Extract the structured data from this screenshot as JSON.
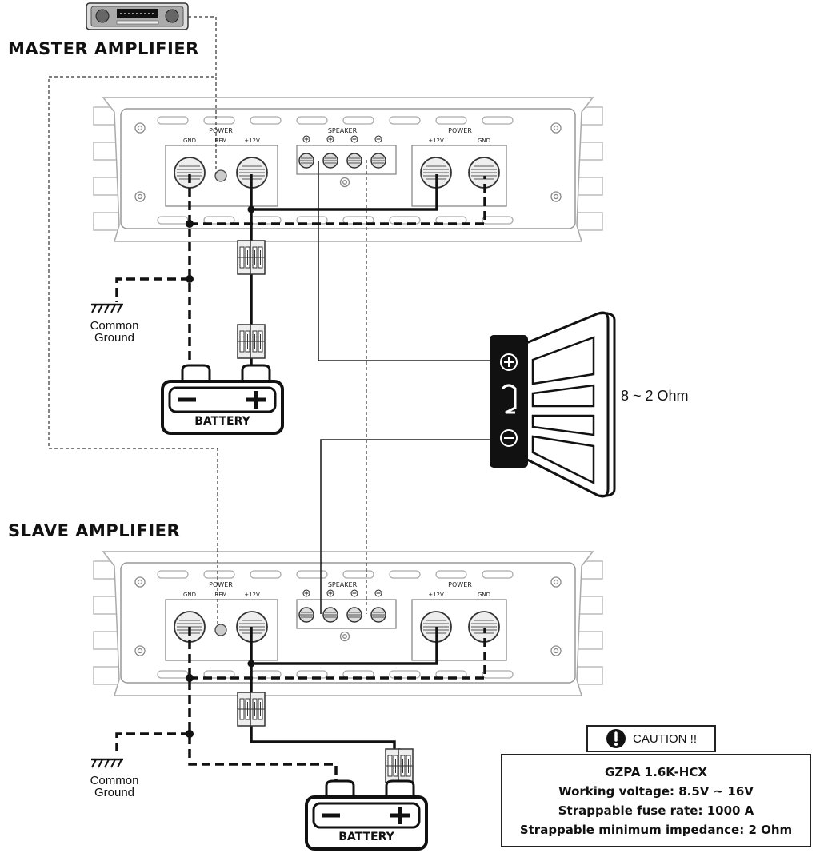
{
  "labels": {
    "master_title": "MASTER AMPLIFIER",
    "slave_title": "SLAVE AMPLIFIER",
    "common_ground": [
      "Common",
      "Ground"
    ],
    "battery": "BATTERY",
    "speaker_impedance": "8 ~ 2 Ohm"
  },
  "amplifier": {
    "power_label": "POWER",
    "speaker_label": "SPEAKER",
    "terminals_left": [
      "GND",
      "REM",
      "+12V"
    ],
    "terminals_right": [
      "+12V",
      "GND"
    ]
  },
  "caution": {
    "title": "CAUTION !!",
    "lines": [
      "GZPA 1.6K-HCX",
      "Working voltage: 8.5V ~ 16V",
      "Strappable fuse rate: 1000 A",
      "Strappable minimum impedance: 2 Ohm"
    ]
  },
  "icons": [
    "head-unit-icon",
    "ground-symbol-icon",
    "fuse-icon",
    "subwoofer-icon",
    "caution-exclamation-icon"
  ]
}
